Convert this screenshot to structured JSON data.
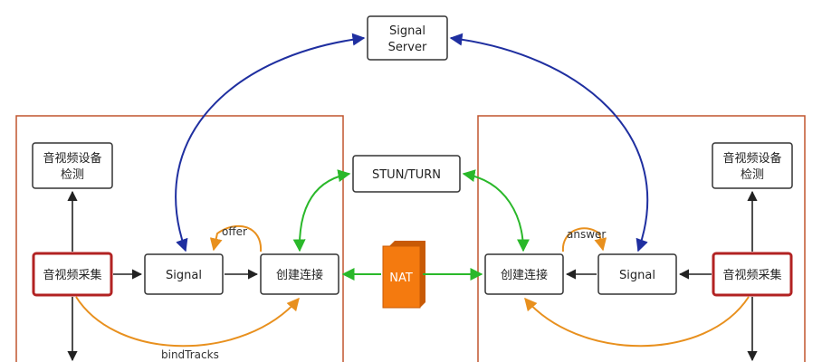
{
  "diagram": {
    "signal_server": [
      "Signal",
      "Server"
    ],
    "stun_turn": "STUN/TURN",
    "nat": "NAT",
    "left": {
      "device_detect": [
        "音视频设备",
        "检测"
      ],
      "capture": "音视频采集",
      "signal": "Signal",
      "connect": "创建连接",
      "offer": "offer",
      "bind_tracks": "bindTracks"
    },
    "right": {
      "device_detect": [
        "音视频设备",
        "检测"
      ],
      "capture": "音视频采集",
      "signal": "Signal",
      "connect": "创建连接",
      "answer": "answer"
    },
    "colors": {
      "peer_border": "#c0552e",
      "node_border": "#333333",
      "capture_border": "#b22222",
      "signal_arrow": "#1f2fa0",
      "ice_arrow": "#2ab82a",
      "offer_arrow": "#e8901e",
      "nat_fill": "#f47a0f",
      "black_arrow": "#222222"
    },
    "icons": [
      "arrow-icon"
    ]
  }
}
